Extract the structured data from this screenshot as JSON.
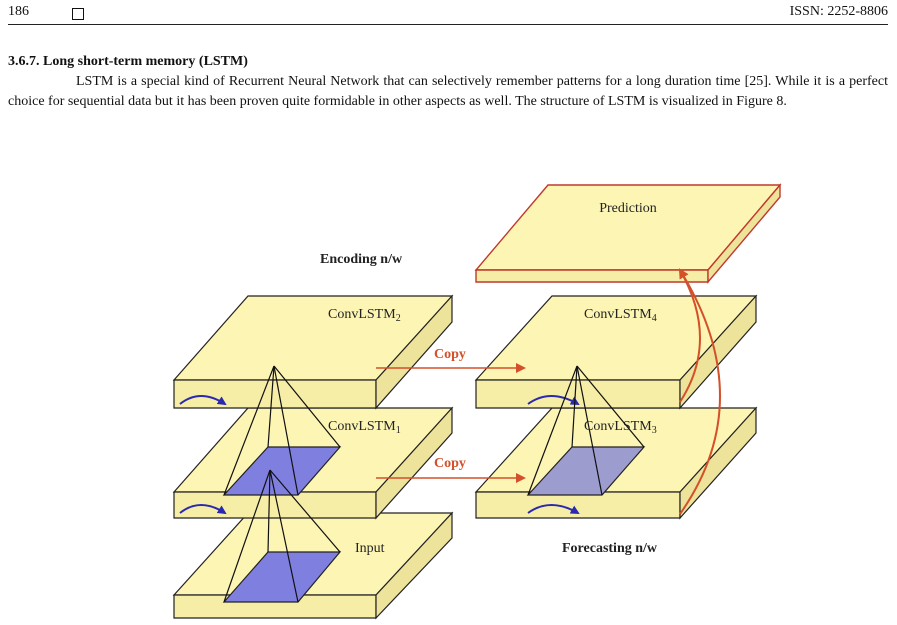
{
  "header": {
    "page_number": "186",
    "journal_issn": "ISSN: 2252-8806"
  },
  "section": {
    "heading": "3.6.7. Long short-term memory (LSTM)",
    "paragraph": "LSTM is a special kind of Recurrent Neural Network that can selectively remember patterns for a long duration time [25]. While it is a perfect choice for sequential data but it has been proven quite formidable in other aspects as well. The structure of LSTM is visualized in Figure 8."
  },
  "figure": {
    "prediction_label": "Prediction",
    "encoding_label": "Encoding n/w",
    "forecasting_label": "Forecasting n/w",
    "copy_label": "Copy",
    "input_label": "Input",
    "layer_prefix": "ConvLSTM",
    "layers": {
      "convlstm2_sub": "2",
      "convlstm1_sub": "1",
      "convlstm4_sub": "4",
      "convlstm3_sub": "3"
    }
  }
}
